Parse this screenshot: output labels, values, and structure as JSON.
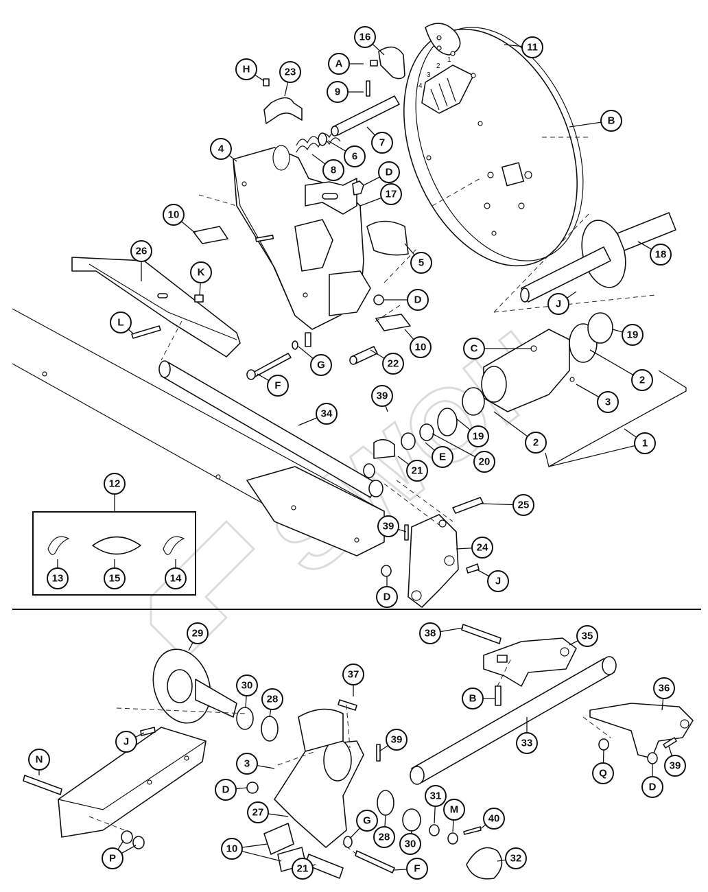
{
  "diagram": {
    "colors": {
      "line": "#111111",
      "background": "#ffffff",
      "watermark": "#9a9a9a"
    },
    "watermark_text": "SWOH",
    "dial_numbers": [
      "1",
      "2",
      "3",
      "4"
    ],
    "callouts": [
      {
        "id": "c-16",
        "label": "16"
      },
      {
        "id": "c-A",
        "label": "A"
      },
      {
        "id": "c-11",
        "label": "11"
      },
      {
        "id": "c-H",
        "label": "H"
      },
      {
        "id": "c-23",
        "label": "23"
      },
      {
        "id": "c-9",
        "label": "9"
      },
      {
        "id": "c-B1",
        "label": "B"
      },
      {
        "id": "c-7",
        "label": "7"
      },
      {
        "id": "c-4",
        "label": "4"
      },
      {
        "id": "c-8",
        "label": "8"
      },
      {
        "id": "c-6",
        "label": "6"
      },
      {
        "id": "c-D1",
        "label": "D"
      },
      {
        "id": "c-17",
        "label": "17"
      },
      {
        "id": "c-10a",
        "label": "10"
      },
      {
        "id": "c-18",
        "label": "18"
      },
      {
        "id": "c-26",
        "label": "26"
      },
      {
        "id": "c-K",
        "label": "K"
      },
      {
        "id": "c-5",
        "label": "5"
      },
      {
        "id": "c-D2",
        "label": "D"
      },
      {
        "id": "c-J1",
        "label": "J"
      },
      {
        "id": "c-L",
        "label": "L"
      },
      {
        "id": "c-19a",
        "label": "19"
      },
      {
        "id": "c-10b",
        "label": "10"
      },
      {
        "id": "c-C",
        "label": "C"
      },
      {
        "id": "c-G1",
        "label": "G"
      },
      {
        "id": "c-22",
        "label": "22"
      },
      {
        "id": "c-2a",
        "label": "2"
      },
      {
        "id": "c-F1",
        "label": "F"
      },
      {
        "id": "c-3a",
        "label": "3"
      },
      {
        "id": "c-39a",
        "label": "39"
      },
      {
        "id": "c-34",
        "label": "34"
      },
      {
        "id": "c-19b",
        "label": "19"
      },
      {
        "id": "c-2b",
        "label": "2"
      },
      {
        "id": "c-1",
        "label": "1"
      },
      {
        "id": "c-E",
        "label": "E"
      },
      {
        "id": "c-20",
        "label": "20"
      },
      {
        "id": "c-21a",
        "label": "21"
      },
      {
        "id": "c-12",
        "label": "12"
      },
      {
        "id": "c-25",
        "label": "25"
      },
      {
        "id": "c-39b",
        "label": "39"
      },
      {
        "id": "c-24",
        "label": "24"
      },
      {
        "id": "c-J2",
        "label": "J"
      },
      {
        "id": "c-13",
        "label": "13"
      },
      {
        "id": "c-15",
        "label": "15"
      },
      {
        "id": "c-14",
        "label": "14"
      },
      {
        "id": "c-D3",
        "label": "D"
      },
      {
        "id": "c-29",
        "label": "29"
      },
      {
        "id": "c-38",
        "label": "38"
      },
      {
        "id": "c-35",
        "label": "35"
      },
      {
        "id": "c-37",
        "label": "37"
      },
      {
        "id": "c-30a",
        "label": "30"
      },
      {
        "id": "c-28a",
        "label": "28"
      },
      {
        "id": "c-B2",
        "label": "B"
      },
      {
        "id": "c-36",
        "label": "36"
      },
      {
        "id": "c-J3",
        "label": "J"
      },
      {
        "id": "c-33",
        "label": "33"
      },
      {
        "id": "c-N",
        "label": "N"
      },
      {
        "id": "c-39c",
        "label": "39"
      },
      {
        "id": "c-3b",
        "label": "3"
      },
      {
        "id": "c-Q",
        "label": "Q"
      },
      {
        "id": "c-D4",
        "label": "D"
      },
      {
        "id": "c-D5",
        "label": "D"
      },
      {
        "id": "c-39d",
        "label": "39"
      },
      {
        "id": "c-31",
        "label": "31"
      },
      {
        "id": "c-M",
        "label": "M"
      },
      {
        "id": "c-40",
        "label": "40"
      },
      {
        "id": "c-27",
        "label": "27"
      },
      {
        "id": "c-G2",
        "label": "G"
      },
      {
        "id": "c-28b",
        "label": "28"
      },
      {
        "id": "c-30b",
        "label": "30"
      },
      {
        "id": "c-10c",
        "label": "10"
      },
      {
        "id": "c-P",
        "label": "P"
      },
      {
        "id": "c-32",
        "label": "32"
      },
      {
        "id": "c-21b",
        "label": "21"
      },
      {
        "id": "c-F2",
        "label": "F"
      }
    ]
  }
}
